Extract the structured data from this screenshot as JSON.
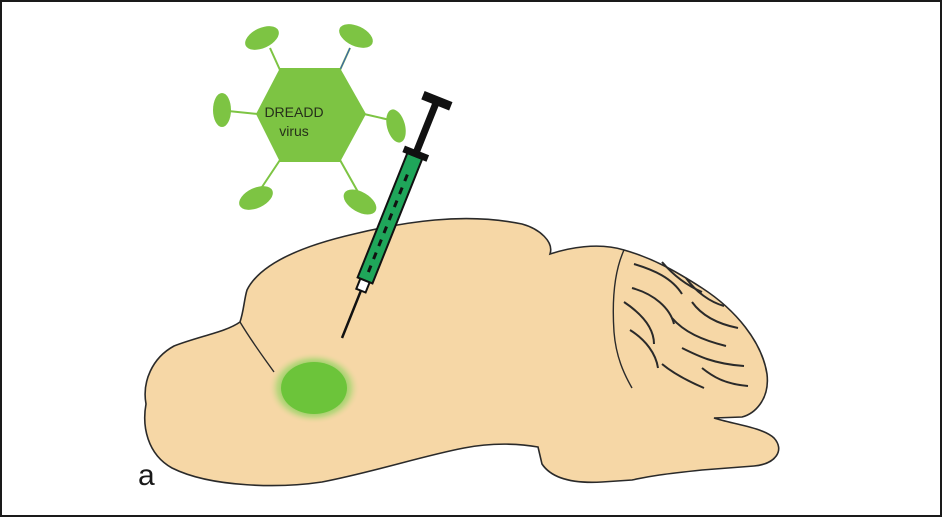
{
  "virus": {
    "label_line1": "DREADD",
    "label_line2": "virus"
  },
  "panel": {
    "letter": "a"
  },
  "colors": {
    "brain_fill": "#f6d7a6",
    "brain_outline": "#2a2a2a",
    "virus_green": "#7dc443",
    "injection_green": "#76c646",
    "syringe_barrel": "#1fa65a",
    "syringe_black": "#111111"
  },
  "icons": {
    "virus": "virus-icon",
    "syringe": "syringe-icon",
    "brain": "brain-sagittal-icon",
    "injection_site": "injection-site-glow"
  }
}
